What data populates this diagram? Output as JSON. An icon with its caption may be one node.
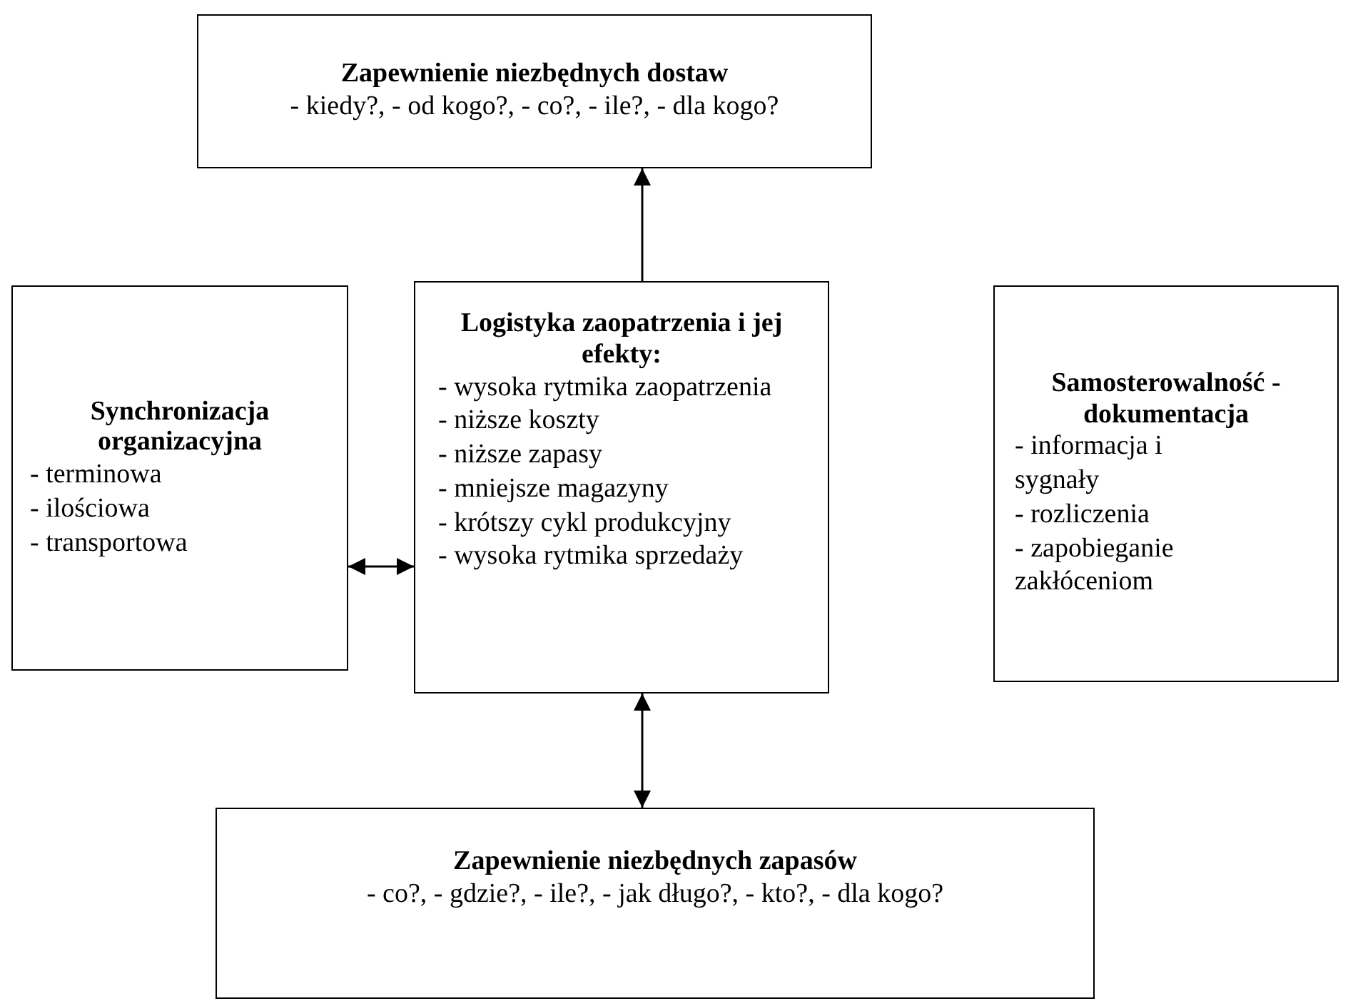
{
  "diagram": {
    "nodes": [
      {
        "text": [
          "Zapewnienie niezbędnych dostaw",
          "- kiedy?, - od kogo?, - co?, - ile?, - dla kogo?"
        ]
      },
      {
        "text": [
          "Synchronizacja organizacyjna",
          "- terminowa",
          "- ilościowa",
          "- transportowa"
        ]
      },
      {
        "text": [
          "Logistyka zaopatrzenia i jej efekty:",
          "- wysoka rytmika zaopatrzenia",
          "- niższe koszty",
          "- niższe zapasy",
          "- mniejsze magazyny",
          "- krótszy cykl produkcyjny",
          "- wysoka rytmika sprzedaży"
        ]
      },
      {
        "text": [
          "Samosterowalność - dokumentacja",
          "- informacja i sygnały",
          "- rozliczenia",
          "- zapobieganie zakłóceniom"
        ]
      },
      {
        "text": [
          "Zapewnienie niezbędnych zapasów",
          "- co?, - gdzie?, - ile?, - jak długo?, - kto?, - dla kogo?"
        ]
      }
    ],
    "edges": [
      {
        "from": 2,
        "to": 0,
        "arrow": "to"
      },
      {
        "from": 1,
        "to": 2,
        "arrow": "both"
      },
      {
        "from": 2,
        "to": 4,
        "arrow": "both"
      }
    ]
  }
}
